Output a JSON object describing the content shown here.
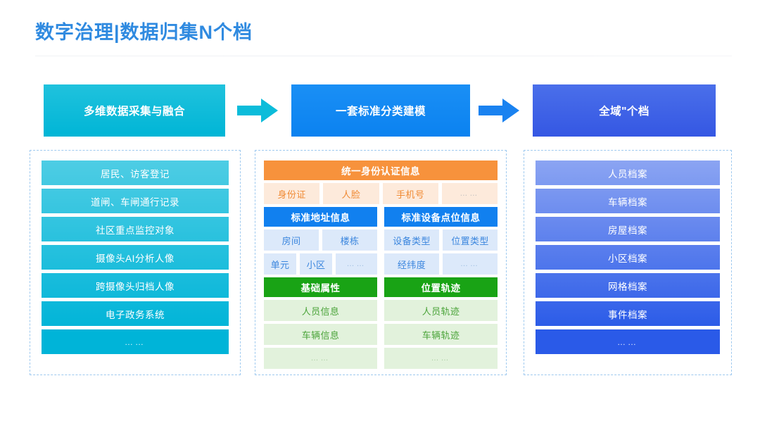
{
  "page": {
    "title": "数字治理|数据归集N个档"
  },
  "headers": [
    {
      "label": "多维数据采集与融合",
      "color": "#00b5d6"
    },
    {
      "label": "一套标准分类建模",
      "color": "#0b82f0"
    },
    {
      "label": "全域\"个档",
      "color": "#3557e3"
    }
  ],
  "arrows": [
    {
      "name": "arrow-right-cyan",
      "color": "#0cbcda"
    },
    {
      "name": "arrow-right-blue",
      "color": "#1a82f0"
    }
  ],
  "left_column": {
    "items": [
      "居民、访客登记",
      "道闸、车闸通行记录",
      "社区重点监控对象",
      "摄像头AI分析人像",
      "跨摄像头归档人像",
      "电子政务系统",
      "……"
    ],
    "gradient_from": "#4ecde4",
    "gradient_to": "#00b4d8"
  },
  "middle_column": {
    "identity": {
      "header": "统一身份认证信息",
      "header_color": "#f7923c",
      "left_cells": [
        "身份证",
        "人脸"
      ],
      "right_cells": [
        "手机号",
        "……"
      ]
    },
    "standard": {
      "address": {
        "header": "标准地址信息",
        "header_color": "#1180ef",
        "row1": [
          "房间",
          "楼栋"
        ],
        "row2": [
          "单元",
          "小区",
          "……"
        ]
      },
      "device": {
        "header": "标准设备点位信息",
        "header_color": "#1180ef",
        "row1": [
          "设备类型",
          "位置类型"
        ],
        "row2": [
          "经纬度",
          ""
        ]
      }
    },
    "attributes": {
      "basic": {
        "header": "基础属性",
        "header_color": "#19a315",
        "items": [
          "人员信息",
          "车辆信息",
          "……"
        ]
      },
      "track": {
        "header": "位置轨迹",
        "header_color": "#19a315",
        "items": [
          "人员轨迹",
          "车辆轨迹",
          "……"
        ]
      }
    }
  },
  "right_column": {
    "items": [
      "人员档案",
      "车辆档案",
      "房屋档案",
      "小区档案",
      "网格档案",
      "事件档案",
      "……"
    ],
    "gradient_from": "#8ba4f2",
    "gradient_to": "#2a5ae8"
  }
}
